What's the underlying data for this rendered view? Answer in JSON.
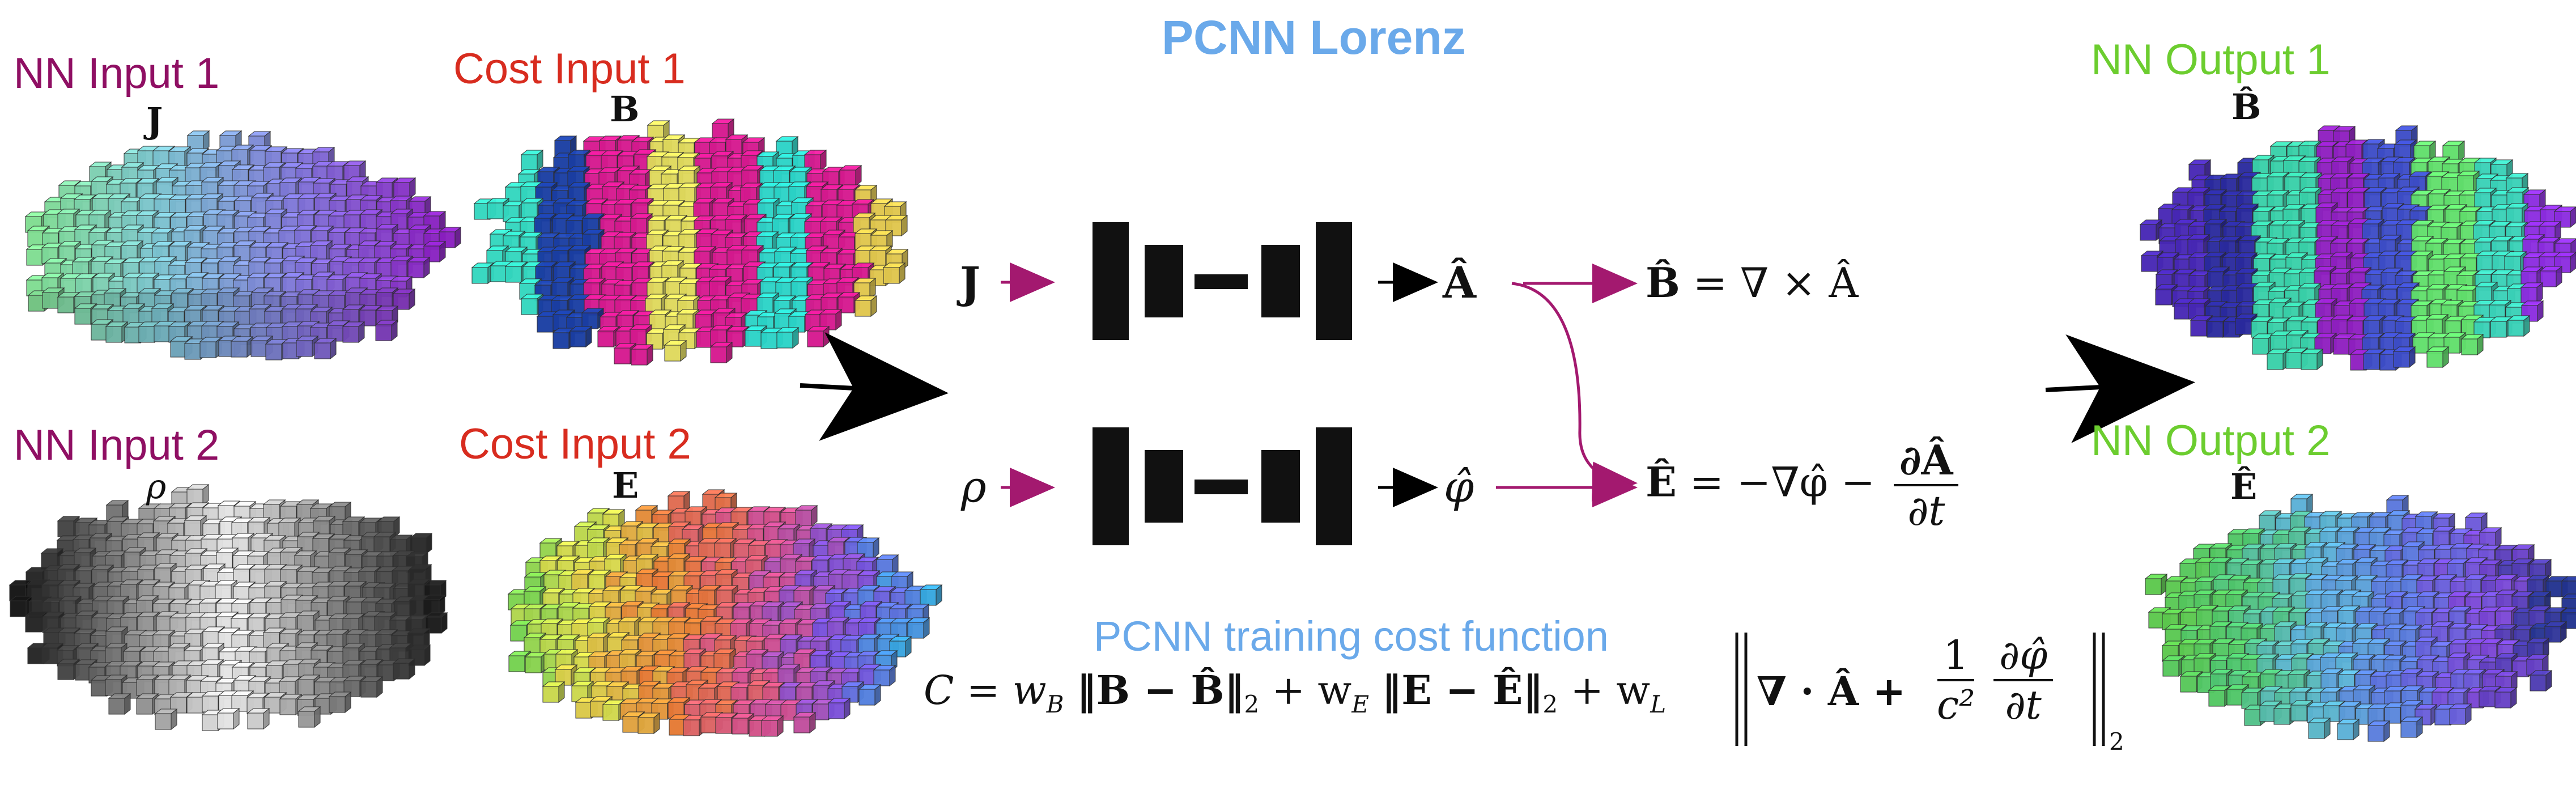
{
  "title": {
    "text": "PCNN Lorenz",
    "color": "#6aa9ea"
  },
  "colors": {
    "input_label": "#8f0f63",
    "cost_input_label": "#d82c1f",
    "output_label": "#6ccd2f",
    "arrow_magenta": "#a3196f",
    "arrow_black": "#000000",
    "cost_title": "#6aa9ea",
    "network_block": "#111111"
  },
  "panels": {
    "nn_input_1": {
      "label": "NN Input 1",
      "symbol": "J"
    },
    "cost_input_1": {
      "label": "Cost Input 1",
      "symbol": "B"
    },
    "nn_input_2": {
      "label": "NN Input 2",
      "symbol": "ρ"
    },
    "cost_input_2": {
      "label": "Cost Input 2",
      "symbol": "E"
    },
    "nn_output_1": {
      "label": "NN Output 1",
      "symbol": "B̂"
    },
    "nn_output_2": {
      "label": "NN Output 2",
      "symbol": "Ê"
    }
  },
  "pipeline": {
    "top_input": "J",
    "top_output": "Â",
    "bottom_input": "ρ",
    "bottom_output": "φ̂",
    "equation_b": {
      "lhs": "B̂",
      "rhs": "= ∇ × Â"
    },
    "equation_e": {
      "lhs": "Ê",
      "rhs": "= −∇φ̂ −",
      "frac_num": "∂Â",
      "frac_den": "∂t"
    }
  },
  "cost": {
    "title": "PCNN training cost function",
    "formula_prefix": "C = w",
    "sub_b": "B",
    "part_b": "‖B − B̂‖",
    "sub_2a": "2",
    "plus_1": "+ w",
    "sub_e": "E",
    "part_e": "‖E − Ê‖",
    "sub_2b": "2",
    "plus_2": "+ w",
    "sub_l": "L",
    "open_norm": "‖",
    "div_term": "∇ · Â +",
    "frac1_num": "1",
    "frac1_den": "c²",
    "frac2_num": "∂φ̂",
    "frac2_den": "∂t",
    "close_norm": "‖",
    "sub_2c": "2"
  },
  "icons": {
    "voxel_icon": "voxel-blob",
    "arrow_icon": "right-arrow",
    "network_icon": "encoder-decoder-network"
  }
}
